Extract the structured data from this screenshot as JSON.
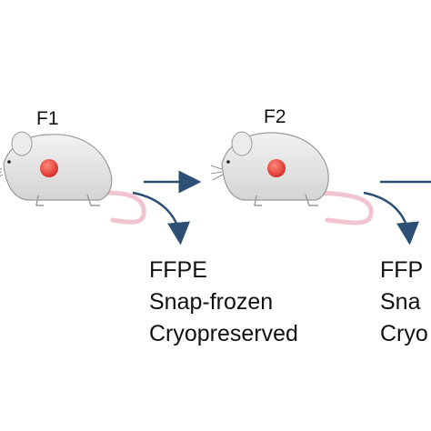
{
  "stages": [
    {
      "label": "F1",
      "samples": [
        "FFPE",
        "Snap-frozen",
        "Cryopreserved"
      ]
    },
    {
      "label": "F2",
      "samples": [
        "FFP",
        "Sna",
        "Cryo"
      ]
    }
  ],
  "colors": {
    "mouse_body": "#e3e3e3",
    "mouse_outline": "#9a9a9a",
    "tumor": "#e8423a",
    "tail": "#f2c4cf",
    "arrow": "#2c4f73",
    "text": "#111111"
  }
}
